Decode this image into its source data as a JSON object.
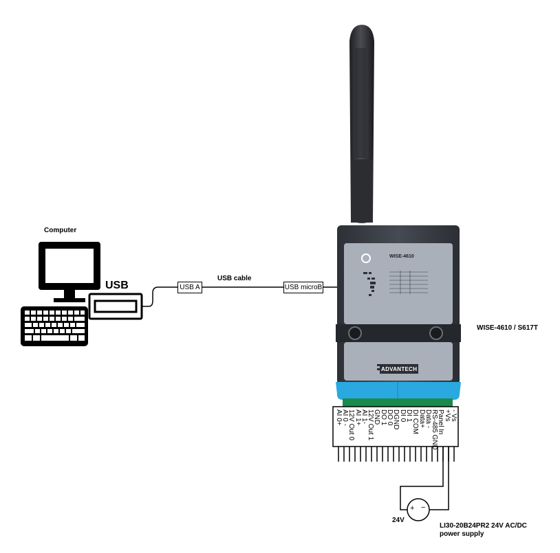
{
  "labels": {
    "computer": "Computer",
    "usb": "USB",
    "usb_cable": "USB cable",
    "usb_a": "USB A",
    "usb_microb": "USB microB",
    "device_model": "WISE-4610 / S617T",
    "device_face_model": "WISE-4610",
    "brand": "ADVANTECH",
    "voltage": "24V",
    "plus": "+",
    "minus": "−",
    "power_supply_line1": "LI30-20B24PR2 24V AC/DC",
    "power_supply_line2": "power supply"
  },
  "terminals": [
    "- Vs",
    "+Vs",
    "Panel In",
    "RS-485 GND",
    "Data -",
    "Data+",
    "DI COM",
    "DI 1",
    "DI 0",
    "DGND",
    "DO 0",
    "DO 1",
    "GND",
    "12V Out 1",
    "AI 1-",
    "AI 1+",
    "12V Out 0",
    "AI 0 -",
    "AI 0+"
  ],
  "colors": {
    "device_body": "#3a3d45",
    "device_panel": "#a9b0ba",
    "device_base": "#2aa8e0",
    "terminal_green": "#1a8a4a",
    "line": "#000000"
  }
}
